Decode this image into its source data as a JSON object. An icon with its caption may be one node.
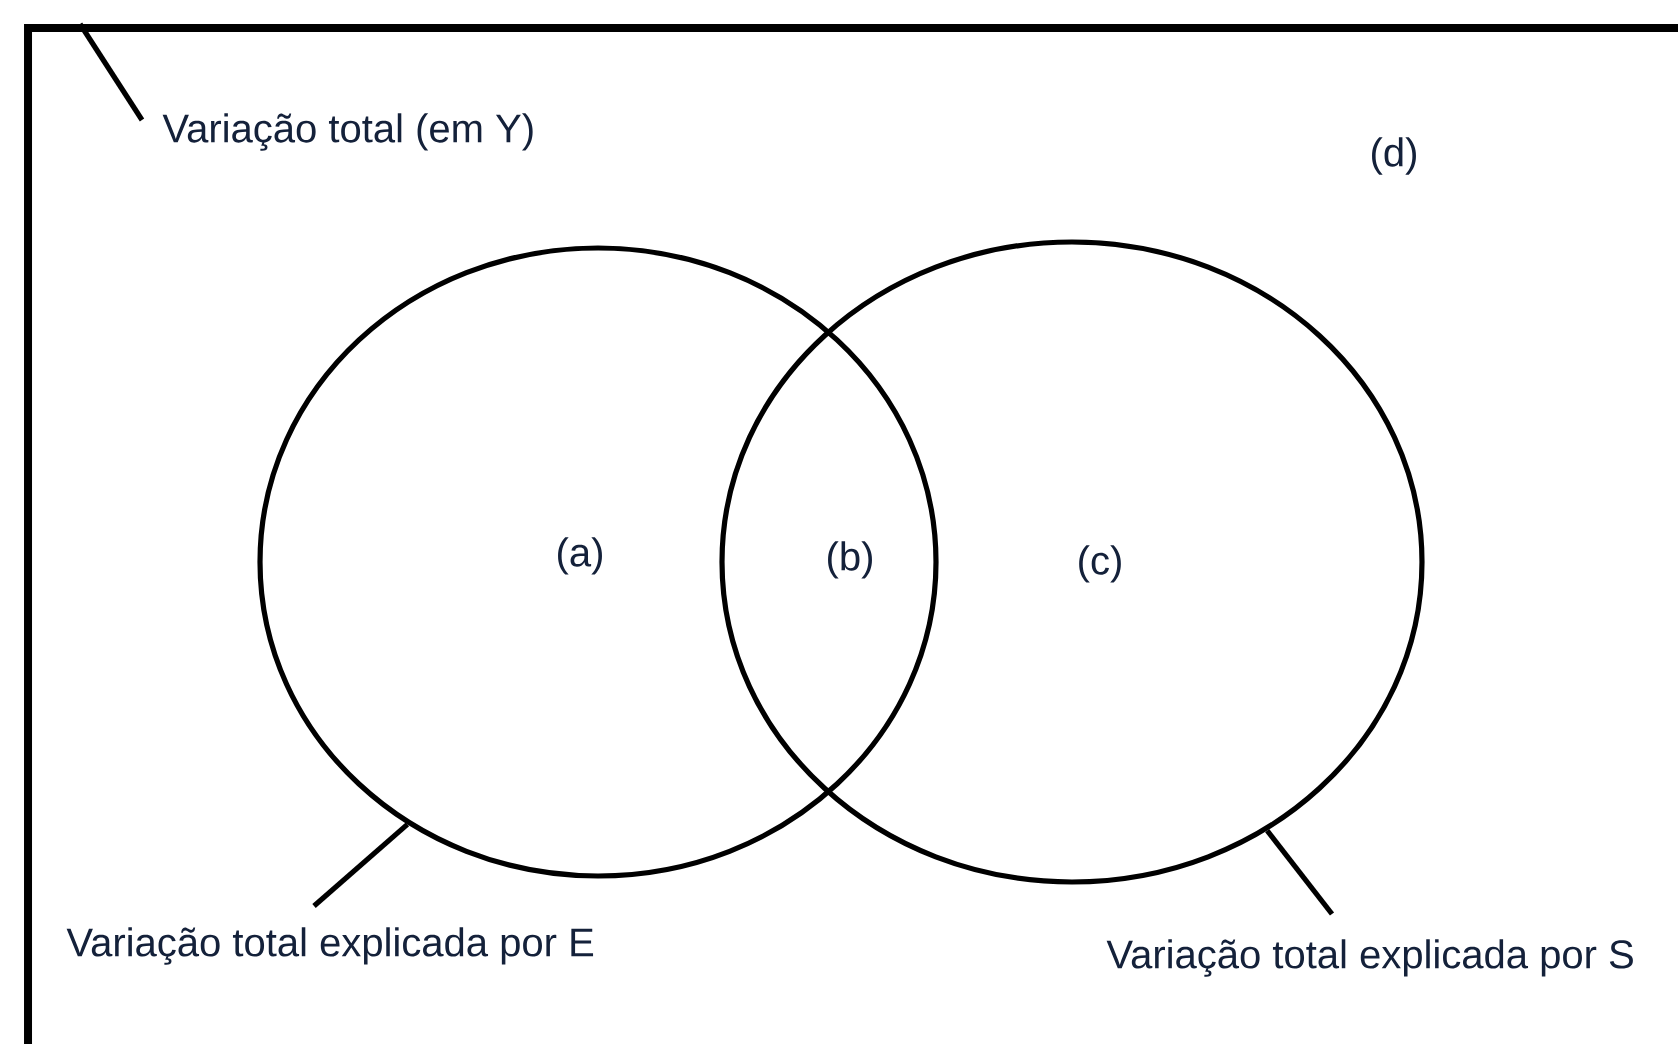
{
  "diagram": {
    "nodes": [
      {
        "text": [
          "(d)"
        ]
      },
      {
        "text": [
          "(a)"
        ],
        "in": 0
      },
      {
        "text": [
          "(c)"
        ],
        "in": 0
      },
      {
        "text": [
          "Variação total (em Y)"
        ],
        "in": 0
      },
      {
        "text": [
          "Variação total explicada por E"
        ],
        "in": 0
      },
      {
        "text": [
          "Variação total explicada por S"
        ],
        "in": 0
      }
    ],
    "edges": [
      {
        "from": 3,
        "to": 0,
        "arrow": "none"
      },
      {
        "from": 4,
        "to": 1,
        "arrow": "none"
      },
      {
        "from": 5,
        "to": 2,
        "arrow": "none"
      }
    ],
    "labels": [
      "(b)"
    ]
  }
}
